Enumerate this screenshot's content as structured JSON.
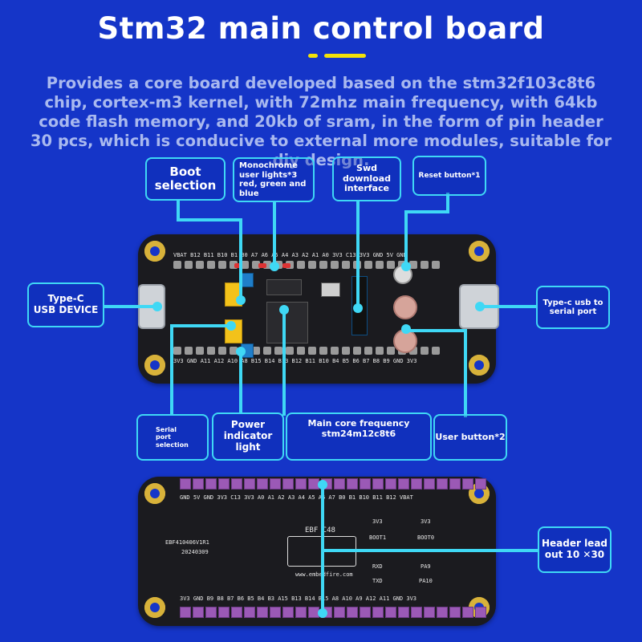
{
  "header": {
    "title": "Stm32 main control board",
    "description": "Provides a core board developed based on the stm32f103c8t6 chip, cortex-m3 kernel, with 72mhz main frequency, with 64kb code flash memory, and 20kb of sram, in the form of pin header 30 pcs, which is conducive to external more modules, suitable for diy design."
  },
  "callouts": {
    "boot": "Boot selection",
    "lights": "Monochrome user lights*3 red, green and blue",
    "swd": "Swd download interface",
    "reset": "Reset button*1",
    "typec": "Type-C\nUSB DEVICE",
    "typec_serial": "Type-c usb to serial port",
    "serial_sel": "Serial port selection",
    "power_led": "Power indicator light",
    "core": "Main core frequency stm24m12c8t6",
    "user_btn": "User button*2",
    "header_lead": "Header lead out 10 ✕30"
  },
  "board_front": {
    "top_silk": "VBAT B12 B11 B10 B1 B0 A7 A6 A5 A4 A3 A2 A1 A0 3V3 C13 3V3 GND 5V GND",
    "bottom_silk": "3V3 GND A11 A12 A10 A8 B15 B14 B13 B12 B11 B10 B4 B5 B6 B7 B8 B9 GND 3V3"
  },
  "board_back": {
    "top_silk": "GND 5V GND 3V3 C13 3V3 A0 A1 A2 A3 A4 A5 A6 A7 B0 B1 B10 B11 B12 VBAT",
    "bottom_silk": "3V3 GND B9 B8 B7 B6 B5 B4 B3 A15 B13 B14 B15 A8 A10 A9 A12 A11 GND 3V3",
    "model": "EBF410406V1R1",
    "date": "20240309",
    "logo": "EBF C48",
    "site": "www.embedfire.com",
    "right_labels": [
      "3V3",
      "BOOT1",
      "RXD",
      "TXD",
      "3V3",
      "BOOT0",
      "PA9",
      "PA10"
    ]
  },
  "colors": {
    "background": "#1535c8",
    "accent": "#3fd8f5",
    "underline": "#f2e20a"
  }
}
